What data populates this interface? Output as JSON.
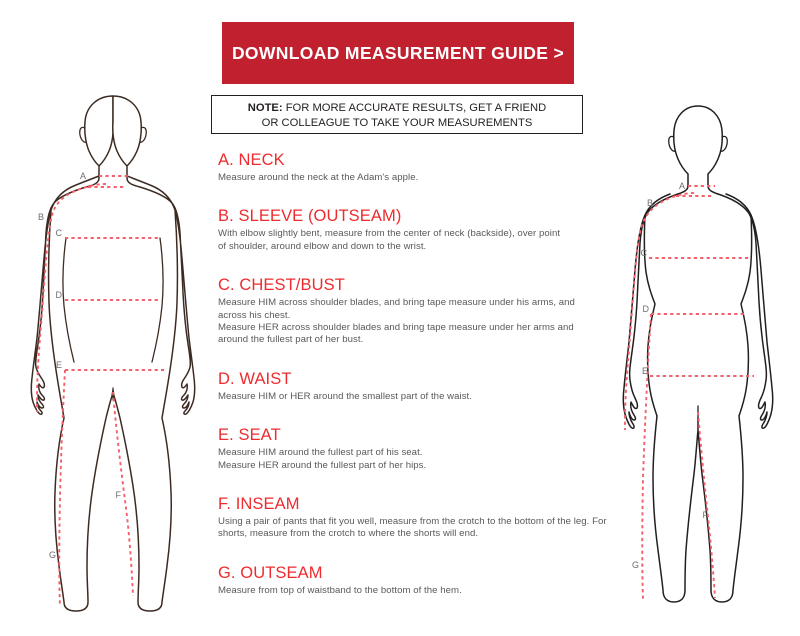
{
  "header": {
    "download_button_label": "DOWNLOAD MEASUREMENT GUIDE >",
    "button_color": "#c1202f"
  },
  "note": {
    "label": "NOTE:",
    "line1_rest": " FOR MORE ACCURATE RESULTS, GET A FRIEND",
    "line2": "OR COLLEAGUE TO TAKE YOUR MEASUREMENTS"
  },
  "theme": {
    "heading_red": "#ee2b2e",
    "body_gray": "#58595b",
    "dashed_line_red": "#f4616a",
    "male_outline": "#3d2b23",
    "female_outline": "#231f20"
  },
  "measurements": [
    {
      "key": "neck",
      "letter": "A",
      "title": "A. NECK",
      "lines": [
        "Measure around the neck at the Adam's apple."
      ]
    },
    {
      "key": "sleeve",
      "letter": "B",
      "title": "B. SLEEVE (OUTSEAM)",
      "lines": [
        "With elbow slightly bent, measure from the center of neck (backside), over point",
        "of shoulder, around elbow and down to the wrist."
      ]
    },
    {
      "key": "chest",
      "letter": "C",
      "title": "C. CHEST/BUST",
      "lines": [
        "Measure HIM across shoulder blades, and bring tape measure under his arms, and",
        "across his chest.",
        "Measure HER across shoulder blades and bring tape measure under her arms and",
        "around the fullest part of her bust."
      ]
    },
    {
      "key": "waist",
      "letter": "D",
      "title": "D. WAIST",
      "lines": [
        "Measure HIM or HER around the smallest part of the waist."
      ]
    },
    {
      "key": "seat",
      "letter": "E",
      "title": "E. SEAT",
      "lines": [
        "Measure HIM around the fullest part of his seat.",
        "Measure HER around the fullest part of her hips."
      ]
    },
    {
      "key": "inseam",
      "letter": "F",
      "title": "F. INSEAM",
      "lines": [
        "Using a pair of pants that fit you well, measure from the crotch to the bottom of the leg. For",
        "shorts, measure from the crotch to where the shorts will end."
      ]
    },
    {
      "key": "outseam",
      "letter": "G",
      "title": "G. OUTSEAM",
      "lines": [
        "Measure from top of waistband to the bottom of the hem."
      ]
    }
  ],
  "figures": {
    "male": {
      "name": "male-body-diagram",
      "labels": {
        "a": "A",
        "b": "B",
        "c": "C",
        "d": "D",
        "e": "E",
        "f": "F",
        "g": "G"
      }
    },
    "female": {
      "name": "female-body-diagram",
      "labels": {
        "a": "A",
        "b": "B",
        "c": "C",
        "d": "D",
        "e": "E",
        "f": "F",
        "g": "G"
      }
    }
  }
}
